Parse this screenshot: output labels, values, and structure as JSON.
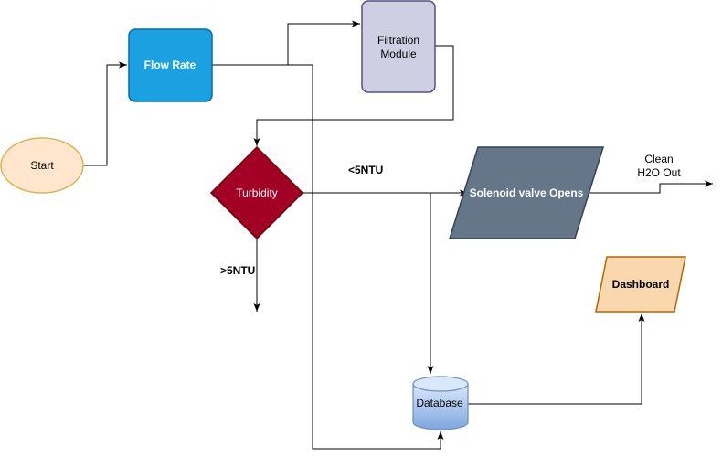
{
  "nodes": {
    "start": {
      "label": "Start",
      "fill": "#ffe6cc",
      "stroke": "#d6b656"
    },
    "flow_rate": {
      "label": "Flow Rate",
      "fill": "#1ba1e2",
      "stroke": "#006eaf"
    },
    "filtration": {
      "label_line1": "Filtration",
      "label_line2": "Module",
      "fill": "#d0cee2",
      "stroke": "#56517e"
    },
    "turbidity": {
      "label": "Turbidity",
      "fill": "#a20025",
      "stroke": "#6f0000"
    },
    "solenoid": {
      "label": "Solenoid valve Opens",
      "fill": "#647687",
      "stroke": "#314354"
    },
    "dashboard": {
      "label": "Dashboard",
      "fill": "#fad7ac",
      "stroke": "#b46504"
    },
    "database": {
      "label": "Database",
      "fill": "#dae8fc",
      "fill_dark": "#7ea6e0",
      "stroke": "#6c8ebf"
    }
  },
  "edge_labels": {
    "less_than": "<5NTU",
    "greater_than": ">5NTU",
    "clean_line1": "Clean",
    "clean_line2": "H2O Out"
  }
}
